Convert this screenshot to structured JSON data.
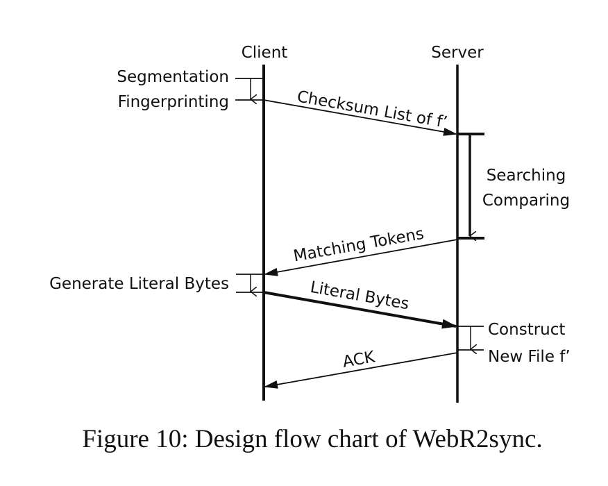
{
  "figure": {
    "caption": "Figure 10: Design flow chart of WebR2sync."
  },
  "actors": {
    "client": "Client",
    "server": "Server"
  },
  "client_steps": {
    "segmentation": "Segmentation",
    "fingerprinting": "Fingerprinting",
    "generate_literal": "Generate Literal Bytes"
  },
  "server_steps": {
    "searching": "Searching",
    "comparing": "Comparing",
    "construct": "Construct",
    "new_file": "New File f’"
  },
  "messages": {
    "checksum_list": "Checksum List of f’",
    "matching_tokens": "Matching Tokens",
    "literal_bytes": "Literal Bytes",
    "ack": "ACK"
  }
}
